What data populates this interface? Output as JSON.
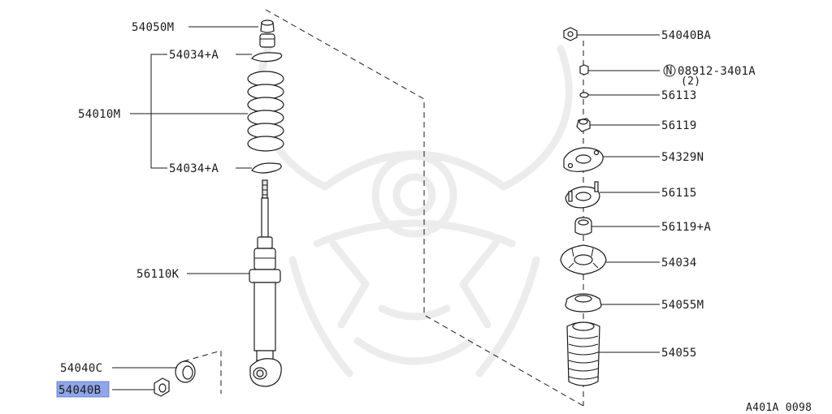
{
  "parts": {
    "p54050M": "54050M",
    "p54034A_top": "54034+A",
    "p54010M": "54010M",
    "p54034A_bottom": "54034+A",
    "p56110K": "56110K",
    "p54040C": "54040C",
    "p54040B": "54040B",
    "p54040BA": "54040BA",
    "p08912": "08912-3401A",
    "p08912_qty": "(2)",
    "p08912_prefix": "N",
    "p56113": "56113",
    "p56119": "56119",
    "p54329N": "54329N",
    "p56115": "56115",
    "p56119A": "56119+A",
    "p54034": "54034",
    "p54055M": "54055M",
    "p54055": "54055"
  },
  "diagram_code": "A401A 0098",
  "highlight_color": "#8fa6e8"
}
